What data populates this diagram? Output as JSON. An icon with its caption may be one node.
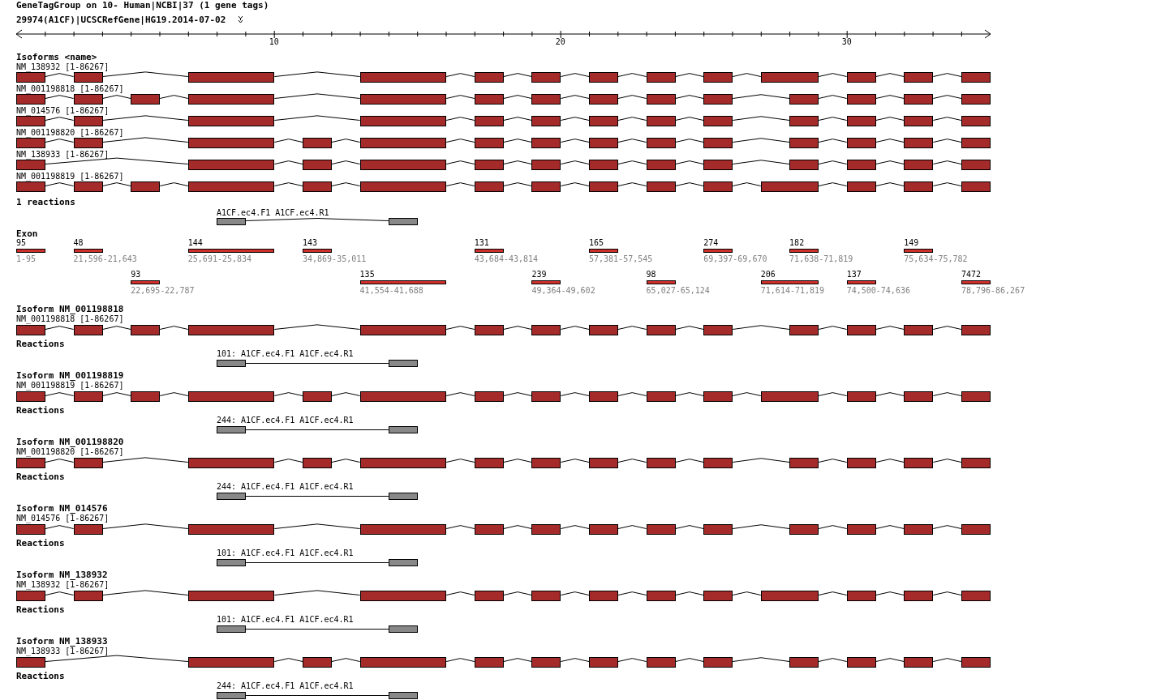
{
  "diagram": {
    "title": "GeneTagGroup on 10- Human|NCBI|37 (1 gene tags)",
    "nodes": [
      {
        "text": [],
        "shape": "bar"
      },
      {
        "text": [],
        "shape": "bar"
      },
      {
        "text": [],
        "shape": "bar"
      },
      {
        "text": [],
        "shape": "bar"
      },
      {
        "text": [],
        "shape": "bar"
      },
      {
        "text": [],
        "shape": "bar"
      },
      {
        "text": [],
        "shape": "bar"
      },
      {
        "text": [],
        "shape": "bar"
      },
      {
        "text": [],
        "shape": "bar"
      },
      {
        "text": [],
        "shape": "bar"
      },
      {
        "text": [],
        "shape": "bar"
      },
      {
        "text": [],
        "shape": "bar"
      },
      {
        "text": [],
        "shape": "bar"
      },
      {
        "text": [],
        "shape": "bar"
      },
      {
        "text": [],
        "shape": "bar"
      },
      {
        "text": [],
        "shape": "bar"
      },
      {
        "text": [],
        "shape": "bar"
      },
      {
        "text": [],
        "shape": "bar"
      },
      {
        "text": [],
        "shape": "bar"
      },
      {
        "text": [],
        "shape": "bar"
      },
      {
        "text": [],
        "shape": "bar"
      },
      {
        "text": [],
        "shape": "bar"
      },
      {
        "text": [],
        "shape": "bar"
      },
      {
        "text": [],
        "shape": "bar"
      },
      {
        "text": [],
        "shape": "bar"
      },
      {
        "text": [],
        "shape": "bar"
      },
      {
        "text": [],
        "shape": "bar"
      },
      {
        "text": [],
        "shape": "bar"
      },
      {
        "text": [],
        "shape": "bar"
      },
      {
        "text": [],
        "shape": "bar"
      },
      {
        "text": [],
        "shape": "bar"
      },
      {
        "text": [],
        "shape": "bar"
      },
      {
        "text": [],
        "shape": "bar"
      },
      {
        "text": [],
        "shape": "bar"
      },
      {
        "text": [],
        "shape": "bar"
      },
      {
        "text": [],
        "shape": "bar"
      },
      {
        "text": [],
        "shape": "bar"
      },
      {
        "text": [],
        "shape": "bar"
      },
      {
        "text": [],
        "shape": "bar"
      },
      {
        "text": [],
        "shape": "bar"
      },
      {
        "text": [],
        "shape": "bar"
      },
      {
        "text": [],
        "shape": "bar"
      },
      {
        "text": [],
        "shape": "bar"
      },
      {
        "text": [],
        "shape": "bar"
      },
      {
        "text": [],
        "shape": "bar"
      },
      {
        "text": [],
        "shape": "bar"
      },
      {
        "text": [],
        "shape": "bar"
      },
      {
        "text": [],
        "shape": "bar"
      },
      {
        "text": [],
        "shape": "bar"
      },
      {
        "text": [],
        "shape": "bar"
      },
      {
        "text": [],
        "shape": "bar"
      },
      {
        "text": [],
        "shape": "bar"
      },
      {
        "text": [],
        "shape": "bar"
      },
      {
        "text": [],
        "shape": "bar"
      },
      {
        "text": [],
        "shape": "bar"
      },
      {
        "text": [],
        "shape": "bar"
      },
      {
        "text": [],
        "shape": "bar"
      },
      {
        "text": [],
        "shape": "bar"
      },
      {
        "text": [],
        "shape": "bar"
      },
      {
        "text": [],
        "shape": "bar"
      },
      {
        "text": [],
        "shape": "bar"
      },
      {
        "text": [],
        "shape": "bar"
      },
      {
        "text": [],
        "shape": "bar"
      },
      {
        "text": [],
        "shape": "bar"
      },
      {
        "text": [],
        "shape": "bar"
      },
      {
        "text": [],
        "shape": "bar"
      },
      {
        "text": [],
        "shape": "bar"
      },
      {
        "text": [],
        "shape": "bar"
      },
      {
        "text": [],
        "shape": "bar"
      },
      {
        "text": [],
        "shape": "bar"
      },
      {
        "text": [],
        "shape": "bar"
      },
      {
        "text": [],
        "shape": "bar"
      },
      {
        "text": [],
        "shape": "bar"
      },
      {
        "text": [],
        "shape": "bar"
      },
      {
        "text": [],
        "shape": "bar"
      },
      {
        "text": [],
        "shape": "bar"
      },
      {
        "text": [],
        "shape": "bar"
      },
      {
        "text": [],
        "shape": "bar"
      },
      {
        "text": [],
        "shape": "bar"
      },
      {
        "text": [],
        "shape": "bar"
      },
      {
        "text": [],
        "shape": "bar"
      },
      {
        "text": [],
        "shape": "bar"
      },
      {
        "text": [],
        "shape": "box"
      },
      {
        "text": [],
        "shape": "box"
      },
      {
        "text": [
          "95",
          "1-95"
        ]
      },
      {
        "text": [
          "48",
          "21,596-21,643"
        ]
      },
      {
        "text": [
          "144",
          "25,691-25,834"
        ]
      },
      {
        "text": [
          "143",
          "34,869-35,011"
        ]
      },
      {
        "text": [
          "131",
          "43,684-43,814"
        ]
      },
      {
        "text": [
          "165",
          "57,381-57,545"
        ]
      },
      {
        "text": [
          "274",
          "69,397-69,670"
        ]
      },
      {
        "text": [
          "182",
          "71,638-71,819"
        ]
      },
      {
        "text": [
          "149",
          "75,634-75,782"
        ]
      },
      {
        "text": [
          "93",
          "22,695-22,787"
        ]
      },
      {
        "text": [
          "135",
          "41,554-41,688"
        ]
      },
      {
        "text": [
          "239",
          "49,364-49,602"
        ]
      },
      {
        "text": [
          "98",
          "65,027-65,124"
        ]
      },
      {
        "text": [
          "206",
          "71,614-71,819"
        ]
      },
      {
        "text": [
          "137",
          "74,500-74,636"
        ]
      },
      {
        "text": [
          "7472",
          "78,796-86,267"
        ]
      },
      {
        "text": [],
        "shape": "bar"
      },
      {
        "text": [],
        "shape": "bar"
      },
      {
        "text": [],
        "shape": "bar"
      },
      {
        "text": [],
        "shape": "bar"
      },
      {
        "text": [],
        "shape": "bar"
      },
      {
        "text": [],
        "shape": "bar"
      },
      {
        "text": [],
        "shape": "bar"
      },
      {
        "text": [],
        "shape": "bar"
      },
      {
        "text": [],
        "shape": "bar"
      },
      {
        "text": [],
        "shape": "bar"
      },
      {
        "text": [],
        "shape": "bar"
      },
      {
        "text": [],
        "shape": "bar"
      },
      {
        "text": [],
        "shape": "bar"
      },
      {
        "text": [],
        "shape": "bar"
      },
      {
        "text": [],
        "shape": "box"
      },
      {
        "text": [],
        "shape": "box"
      },
      {
        "text": [],
        "shape": "bar"
      },
      {
        "text": [],
        "shape": "bar"
      },
      {
        "text": [],
        "shape": "bar"
      },
      {
        "text": [],
        "shape": "bar"
      },
      {
        "text": [],
        "shape": "bar"
      },
      {
        "text": [],
        "shape": "bar"
      },
      {
        "text": [],
        "shape": "bar"
      },
      {
        "text": [],
        "shape": "bar"
      },
      {
        "text": [],
        "shape": "bar"
      },
      {
        "text": [],
        "shape": "bar"
      },
      {
        "text": [],
        "shape": "bar"
      },
      {
        "text": [],
        "shape": "bar"
      },
      {
        "text": [],
        "shape": "bar"
      },
      {
        "text": [],
        "shape": "bar"
      },
      {
        "text": [],
        "shape": "bar"
      },
      {
        "text": [],
        "shape": "box"
      },
      {
        "text": [],
        "shape": "box"
      },
      {
        "text": [],
        "shape": "bar"
      },
      {
        "text": [],
        "shape": "bar"
      },
      {
        "text": [],
        "shape": "bar"
      },
      {
        "text": [],
        "shape": "bar"
      },
      {
        "text": [],
        "shape": "bar"
      },
      {
        "text": [],
        "shape": "bar"
      },
      {
        "text": [],
        "shape": "bar"
      },
      {
        "text": [],
        "shape": "bar"
      },
      {
        "text": [],
        "shape": "bar"
      },
      {
        "text": [],
        "shape": "bar"
      },
      {
        "text": [],
        "shape": "bar"
      },
      {
        "text": [],
        "shape": "bar"
      },
      {
        "text": [],
        "shape": "bar"
      },
      {
        "text": [],
        "shape": "bar"
      },
      {
        "text": [],
        "shape": "box"
      },
      {
        "text": [],
        "shape": "box"
      },
      {
        "text": [],
        "shape": "bar"
      },
      {
        "text": [],
        "shape": "bar"
      },
      {
        "text": [],
        "shape": "bar"
      },
      {
        "text": [],
        "shape": "bar"
      },
      {
        "text": [],
        "shape": "bar"
      },
      {
        "text": [],
        "shape": "bar"
      },
      {
        "text": [],
        "shape": "bar"
      },
      {
        "text": [],
        "shape": "bar"
      },
      {
        "text": [],
        "shape": "bar"
      },
      {
        "text": [],
        "shape": "bar"
      },
      {
        "text": [],
        "shape": "bar"
      },
      {
        "text": [],
        "shape": "bar"
      },
      {
        "text": [],
        "shape": "bar"
      },
      {
        "text": [],
        "shape": "box"
      },
      {
        "text": [],
        "shape": "box"
      },
      {
        "text": [],
        "shape": "bar"
      },
      {
        "text": [],
        "shape": "bar"
      },
      {
        "text": [],
        "shape": "bar"
      },
      {
        "text": [],
        "shape": "bar"
      },
      {
        "text": [],
        "shape": "bar"
      },
      {
        "text": [],
        "shape": "bar"
      },
      {
        "text": [],
        "shape": "bar"
      },
      {
        "text": [],
        "shape": "bar"
      },
      {
        "text": [],
        "shape": "bar"
      },
      {
        "text": [],
        "shape": "bar"
      },
      {
        "text": [],
        "shape": "bar"
      },
      {
        "text": [],
        "shape": "bar"
      },
      {
        "text": [],
        "shape": "bar"
      },
      {
        "text": [],
        "shape": "box"
      },
      {
        "text": [],
        "shape": "box"
      },
      {
        "text": [],
        "shape": "bar"
      },
      {
        "text": [],
        "shape": "bar"
      },
      {
        "text": [],
        "shape": "bar"
      },
      {
        "text": [],
        "shape": "bar"
      },
      {
        "text": [],
        "shape": "bar"
      },
      {
        "text": [],
        "shape": "bar"
      },
      {
        "text": [],
        "shape": "bar"
      },
      {
        "text": [],
        "shape": "bar"
      },
      {
        "text": [],
        "shape": "bar"
      },
      {
        "text": [],
        "shape": "bar"
      },
      {
        "text": [],
        "shape": "bar"
      },
      {
        "text": [],
        "shape": "bar"
      },
      {
        "text": [],
        "shape": "bar"
      },
      {
        "text": [],
        "shape": "box"
      },
      {
        "text": [],
        "shape": "box"
      }
    ],
    "edges": [
      {
        "from": 0,
        "to": 1,
        "arrow": "none"
      },
      {
        "from": 1,
        "to": 2,
        "arrow": "none"
      },
      {
        "from": 2,
        "to": 3,
        "arrow": "none"
      },
      {
        "from": 3,
        "to": 4,
        "arrow": "none"
      },
      {
        "from": 4,
        "to": 5,
        "arrow": "none"
      },
      {
        "from": 5,
        "to": 6,
        "arrow": "none"
      },
      {
        "from": 6,
        "to": 7,
        "arrow": "none"
      },
      {
        "from": 7,
        "to": 8,
        "arrow": "none"
      },
      {
        "from": 8,
        "to": 9,
        "arrow": "none"
      },
      {
        "from": 9,
        "to": 10,
        "arrow": "none"
      },
      {
        "from": 10,
        "to": 11,
        "arrow": "none"
      },
      {
        "from": 11,
        "to": 12,
        "arrow": "none"
      },
      {
        "from": 13,
        "to": 14,
        "arrow": "none"
      },
      {
        "from": 14,
        "to": 15,
        "arrow": "none"
      },
      {
        "from": 15,
        "to": 16,
        "arrow": "none"
      },
      {
        "from": 16,
        "to": 17,
        "arrow": "none"
      },
      {
        "from": 17,
        "to": 18,
        "arrow": "none"
      },
      {
        "from": 18,
        "to": 19,
        "arrow": "none"
      },
      {
        "from": 19,
        "to": 20,
        "arrow": "none"
      },
      {
        "from": 20,
        "to": 21,
        "arrow": "none"
      },
      {
        "from": 21,
        "to": 22,
        "arrow": "none"
      },
      {
        "from": 22,
        "to": 23,
        "arrow": "none"
      },
      {
        "from": 23,
        "to": 24,
        "arrow": "none"
      },
      {
        "from": 24,
        "to": 25,
        "arrow": "none"
      },
      {
        "from": 25,
        "to": 26,
        "arrow": "none"
      },
      {
        "from": 27,
        "to": 28,
        "arrow": "none"
      },
      {
        "from": 28,
        "to": 29,
        "arrow": "none"
      },
      {
        "from": 29,
        "to": 30,
        "arrow": "none"
      },
      {
        "from": 30,
        "to": 31,
        "arrow": "none"
      },
      {
        "from": 31,
        "to": 32,
        "arrow": "none"
      },
      {
        "from": 32,
        "to": 33,
        "arrow": "none"
      },
      {
        "from": 33,
        "to": 34,
        "arrow": "none"
      },
      {
        "from": 34,
        "to": 35,
        "arrow": "none"
      },
      {
        "from": 35,
        "to": 36,
        "arrow": "none"
      },
      {
        "from": 36,
        "to": 37,
        "arrow": "none"
      },
      {
        "from": 37,
        "to": 38,
        "arrow": "none"
      },
      {
        "from": 38,
        "to": 39,
        "arrow": "none"
      },
      {
        "from": 40,
        "to": 41,
        "arrow": "none"
      },
      {
        "from": 41,
        "to": 42,
        "arrow": "none"
      },
      {
        "from": 42,
        "to": 43,
        "arrow": "none"
      },
      {
        "from": 43,
        "to": 44,
        "arrow": "none"
      },
      {
        "from": 44,
        "to": 45,
        "arrow": "none"
      },
      {
        "from": 45,
        "to": 46,
        "arrow": "none"
      },
      {
        "from": 46,
        "to": 47,
        "arrow": "none"
      },
      {
        "from": 47,
        "to": 48,
        "arrow": "none"
      },
      {
        "from": 48,
        "to": 49,
        "arrow": "none"
      },
      {
        "from": 49,
        "to": 50,
        "arrow": "none"
      },
      {
        "from": 50,
        "to": 51,
        "arrow": "none"
      },
      {
        "from": 51,
        "to": 52,
        "arrow": "none"
      },
      {
        "from": 52,
        "to": 53,
        "arrow": "none"
      },
      {
        "from": 54,
        "to": 55,
        "arrow": "none"
      },
      {
        "from": 55,
        "to": 56,
        "arrow": "none"
      },
      {
        "from": 56,
        "to": 57,
        "arrow": "none"
      },
      {
        "from": 57,
        "to": 58,
        "arrow": "none"
      },
      {
        "from": 58,
        "to": 59,
        "arrow": "none"
      },
      {
        "from": 59,
        "to": 60,
        "arrow": "none"
      },
      {
        "from": 60,
        "to": 61,
        "arrow": "none"
      },
      {
        "from": 61,
        "to": 62,
        "arrow": "none"
      },
      {
        "from": 62,
        "to": 63,
        "arrow": "none"
      },
      {
        "from": 63,
        "to": 64,
        "arrow": "none"
      },
      {
        "from": 64,
        "to": 65,
        "arrow": "none"
      },
      {
        "from": 65,
        "to": 66,
        "arrow": "none"
      },
      {
        "from": 67,
        "to": 68,
        "arrow": "none"
      },
      {
        "from": 68,
        "to": 69,
        "arrow": "none"
      },
      {
        "from": 69,
        "to": 70,
        "arrow": "none"
      },
      {
        "from": 70,
        "to": 71,
        "arrow": "none"
      },
      {
        "from": 71,
        "to": 72,
        "arrow": "none"
      },
      {
        "from": 72,
        "to": 73,
        "arrow": "none"
      },
      {
        "from": 73,
        "to": 74,
        "arrow": "none"
      },
      {
        "from": 74,
        "to": 75,
        "arrow": "none"
      },
      {
        "from": 75,
        "to": 76,
        "arrow": "none"
      },
      {
        "from": 76,
        "to": 77,
        "arrow": "none"
      },
      {
        "from": 77,
        "to": 78,
        "arrow": "none"
      },
      {
        "from": 78,
        "to": 79,
        "arrow": "none"
      },
      {
        "from": 79,
        "to": 80,
        "arrow": "none"
      },
      {
        "from": 80,
        "to": 81,
        "arrow": "none"
      },
      {
        "from": 82,
        "to": 83,
        "arrow": "none"
      },
      {
        "from": 100,
        "to": 101,
        "arrow": "none"
      },
      {
        "from": 101,
        "to": 102,
        "arrow": "none"
      },
      {
        "from": 102,
        "to": 103,
        "arrow": "none"
      },
      {
        "from": 103,
        "to": 104,
        "arrow": "none"
      },
      {
        "from": 104,
        "to": 105,
        "arrow": "none"
      },
      {
        "from": 105,
        "to": 106,
        "arrow": "none"
      },
      {
        "from": 106,
        "to": 107,
        "arrow": "none"
      },
      {
        "from": 107,
        "to": 108,
        "arrow": "none"
      },
      {
        "from": 108,
        "to": 109,
        "arrow": "none"
      },
      {
        "from": 109,
        "to": 110,
        "arrow": "none"
      },
      {
        "from": 110,
        "to": 111,
        "arrow": "none"
      },
      {
        "from": 111,
        "to": 112,
        "arrow": "none"
      },
      {
        "from": 112,
        "to": 113,
        "arrow": "none"
      },
      {
        "from": 114,
        "to": 115,
        "arrow": "none"
      },
      {
        "from": 116,
        "to": 117,
        "arrow": "none"
      },
      {
        "from": 117,
        "to": 118,
        "arrow": "none"
      },
      {
        "from": 118,
        "to": 119,
        "arrow": "none"
      },
      {
        "from": 119,
        "to": 120,
        "arrow": "none"
      },
      {
        "from": 120,
        "to": 121,
        "arrow": "none"
      },
      {
        "from": 121,
        "to": 122,
        "arrow": "none"
      },
      {
        "from": 122,
        "to": 123,
        "arrow": "none"
      },
      {
        "from": 123,
        "to": 124,
        "arrow": "none"
      },
      {
        "from": 124,
        "to": 125,
        "arrow": "none"
      },
      {
        "from": 125,
        "to": 126,
        "arrow": "none"
      },
      {
        "from": 126,
        "to": 127,
        "arrow": "none"
      },
      {
        "from": 127,
        "to": 128,
        "arrow": "none"
      },
      {
        "from": 128,
        "to": 129,
        "arrow": "none"
      },
      {
        "from": 129,
        "to": 130,
        "arrow": "none"
      },
      {
        "from": 131,
        "to": 132,
        "arrow": "none"
      },
      {
        "from": 133,
        "to": 134,
        "arrow": "none"
      },
      {
        "from": 134,
        "to": 135,
        "arrow": "none"
      },
      {
        "from": 135,
        "to": 136,
        "arrow": "none"
      },
      {
        "from": 136,
        "to": 137,
        "arrow": "none"
      },
      {
        "from": 137,
        "to": 138,
        "arrow": "none"
      },
      {
        "from": 138,
        "to": 139,
        "arrow": "none"
      },
      {
        "from": 139,
        "to": 140,
        "arrow": "none"
      },
      {
        "from": 140,
        "to": 141,
        "arrow": "none"
      },
      {
        "from": 141,
        "to": 142,
        "arrow": "none"
      },
      {
        "from": 142,
        "to": 143,
        "arrow": "none"
      },
      {
        "from": 143,
        "to": 144,
        "arrow": "none"
      },
      {
        "from": 144,
        "to": 145,
        "arrow": "none"
      },
      {
        "from": 145,
        "to": 146,
        "arrow": "none"
      },
      {
        "from": 147,
        "to": 148,
        "arrow": "none"
      },
      {
        "from": 149,
        "to": 150,
        "arrow": "none"
      },
      {
        "from": 150,
        "to": 151,
        "arrow": "none"
      },
      {
        "from": 151,
        "to": 152,
        "arrow": "none"
      },
      {
        "from": 152,
        "to": 153,
        "arrow": "none"
      },
      {
        "from": 153,
        "to": 154,
        "arrow": "none"
      },
      {
        "from": 154,
        "to": 155,
        "arrow": "none"
      },
      {
        "from": 155,
        "to": 156,
        "arrow": "none"
      },
      {
        "from": 156,
        "to": 157,
        "arrow": "none"
      },
      {
        "from": 157,
        "to": 158,
        "arrow": "none"
      },
      {
        "from": 158,
        "to": 159,
        "arrow": "none"
      },
      {
        "from": 159,
        "to": 160,
        "arrow": "none"
      },
      {
        "from": 160,
        "to": 161,
        "arrow": "none"
      },
      {
        "from": 162,
        "to": 163,
        "arrow": "none"
      },
      {
        "from": 164,
        "to": 165,
        "arrow": "none"
      },
      {
        "from": 165,
        "to": 166,
        "arrow": "none"
      },
      {
        "from": 166,
        "to": 167,
        "arrow": "none"
      },
      {
        "from": 167,
        "to": 168,
        "arrow": "none"
      },
      {
        "from": 168,
        "to": 169,
        "arrow": "none"
      },
      {
        "from": 169,
        "to": 170,
        "arrow": "none"
      },
      {
        "from": 170,
        "to": 171,
        "arrow": "none"
      },
      {
        "from": 171,
        "to": 172,
        "arrow": "none"
      },
      {
        "from": 172,
        "to": 173,
        "arrow": "none"
      },
      {
        "from": 173,
        "to": 174,
        "arrow": "none"
      },
      {
        "from": 174,
        "to": 175,
        "arrow": "none"
      },
      {
        "from": 175,
        "to": 176,
        "arrow": "none"
      },
      {
        "from": 177,
        "to": 178,
        "arrow": "none"
      },
      {
        "from": 179,
        "to": 180,
        "arrow": "none"
      },
      {
        "from": 180,
        "to": 181,
        "arrow": "none"
      },
      {
        "from": 181,
        "to": 182,
        "arrow": "none"
      },
      {
        "from": 182,
        "to": 183,
        "arrow": "none"
      },
      {
        "from": 183,
        "to": 184,
        "arrow": "none"
      },
      {
        "from": 184,
        "to": 185,
        "arrow": "none"
      },
      {
        "from": 185,
        "to": 186,
        "arrow": "none"
      },
      {
        "from": 186,
        "to": 187,
        "arrow": "none"
      },
      {
        "from": 187,
        "to": 188,
        "arrow": "none"
      },
      {
        "from": 188,
        "to": 189,
        "arrow": "none"
      },
      {
        "from": 189,
        "to": 190,
        "arrow": "none"
      },
      {
        "from": 190,
        "to": 191,
        "arrow": "none"
      },
      {
        "from": 192,
        "to": 193,
        "arrow": "none"
      }
    ],
    "labels": [
      "29974(A1CF)|UCSCRefGene|HG19.2014-07-02",
      "10",
      "20",
      "30",
      "Isoforms <name>",
      "NM_138932 [1-86267]",
      "NM_001198818 [1-86267]",
      "NM_014576 [1-86267]",
      "NM_001198820 [1-86267]",
      "NM_138933 [1-86267]",
      "NM_001198819 [1-86267]",
      "1 reactions",
      "A1CF.ec4.F1 A1CF.ec4.R1",
      "Exon",
      "Isoform NM_001198818",
      "NM_001198818 [1-86267]",
      "Reactions",
      "101: A1CF.ec4.F1 A1CF.ec4.R1",
      "Isoform NM_001198819",
      "NM_001198819 [1-86267]",
      "Reactions",
      "244: A1CF.ec4.F1 A1CF.ec4.R1",
      "Isoform NM_001198820",
      "NM_001198820 [1-86267]",
      "Reactions",
      "244: A1CF.ec4.F1 A1CF.ec4.R1",
      "Isoform NM_014576",
      "NM_014576 [1-86267]",
      "Reactions",
      "101: A1CF.ec4.F1 A1CF.ec4.R1",
      "Isoform NM_138932",
      "NM_138932 [1-86267]",
      "Reactions",
      "101: A1CF.ec4.F1 A1CF.ec4.R1",
      "Isoform NM_138933",
      "NM_138933 [1-86267]",
      "Reactions",
      "244: A1CF.ec4.F1 A1CF.ec4.R1"
    ]
  }
}
